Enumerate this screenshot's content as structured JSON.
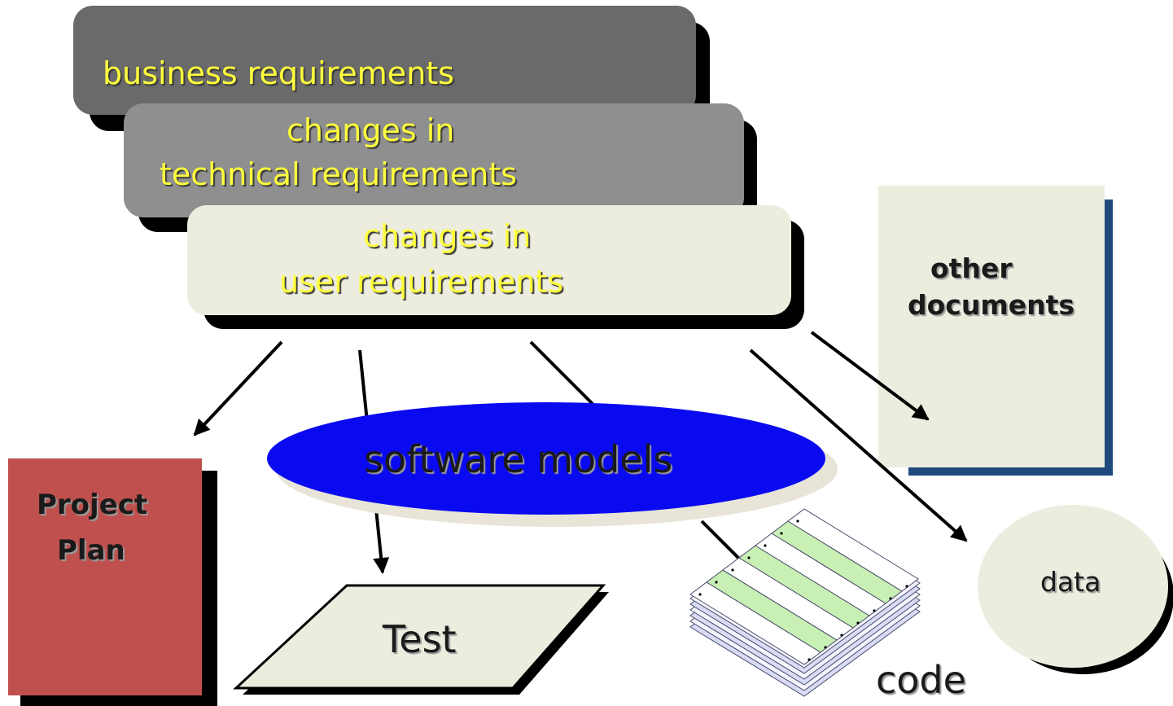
{
  "requirements": {
    "business": "business requirements",
    "technical_line1": "changes in",
    "technical_line2": "technical requirements",
    "user_line1": "changes in",
    "user_line2": "user requirements"
  },
  "software_models": {
    "label": "software models"
  },
  "project_plan": {
    "line1": "Project",
    "line2": "Plan"
  },
  "test": {
    "label": "Test"
  },
  "code": {
    "label": "code"
  },
  "data": {
    "label": "data"
  },
  "other_documents": {
    "line1": "other",
    "line2": "documents"
  },
  "colors": {
    "text_yellow": "#ffff3c",
    "business_box": "#6a6a6a",
    "technical_box": "#8f8f8f",
    "user_box": "#ededdf",
    "ellipse_blue": "#0a0af0",
    "project_plan_red": "#c0504d",
    "document_border_blue": "#1f497d",
    "paper_beige": "#ededdf",
    "code_sheet_green": "#c8f0b4"
  }
}
